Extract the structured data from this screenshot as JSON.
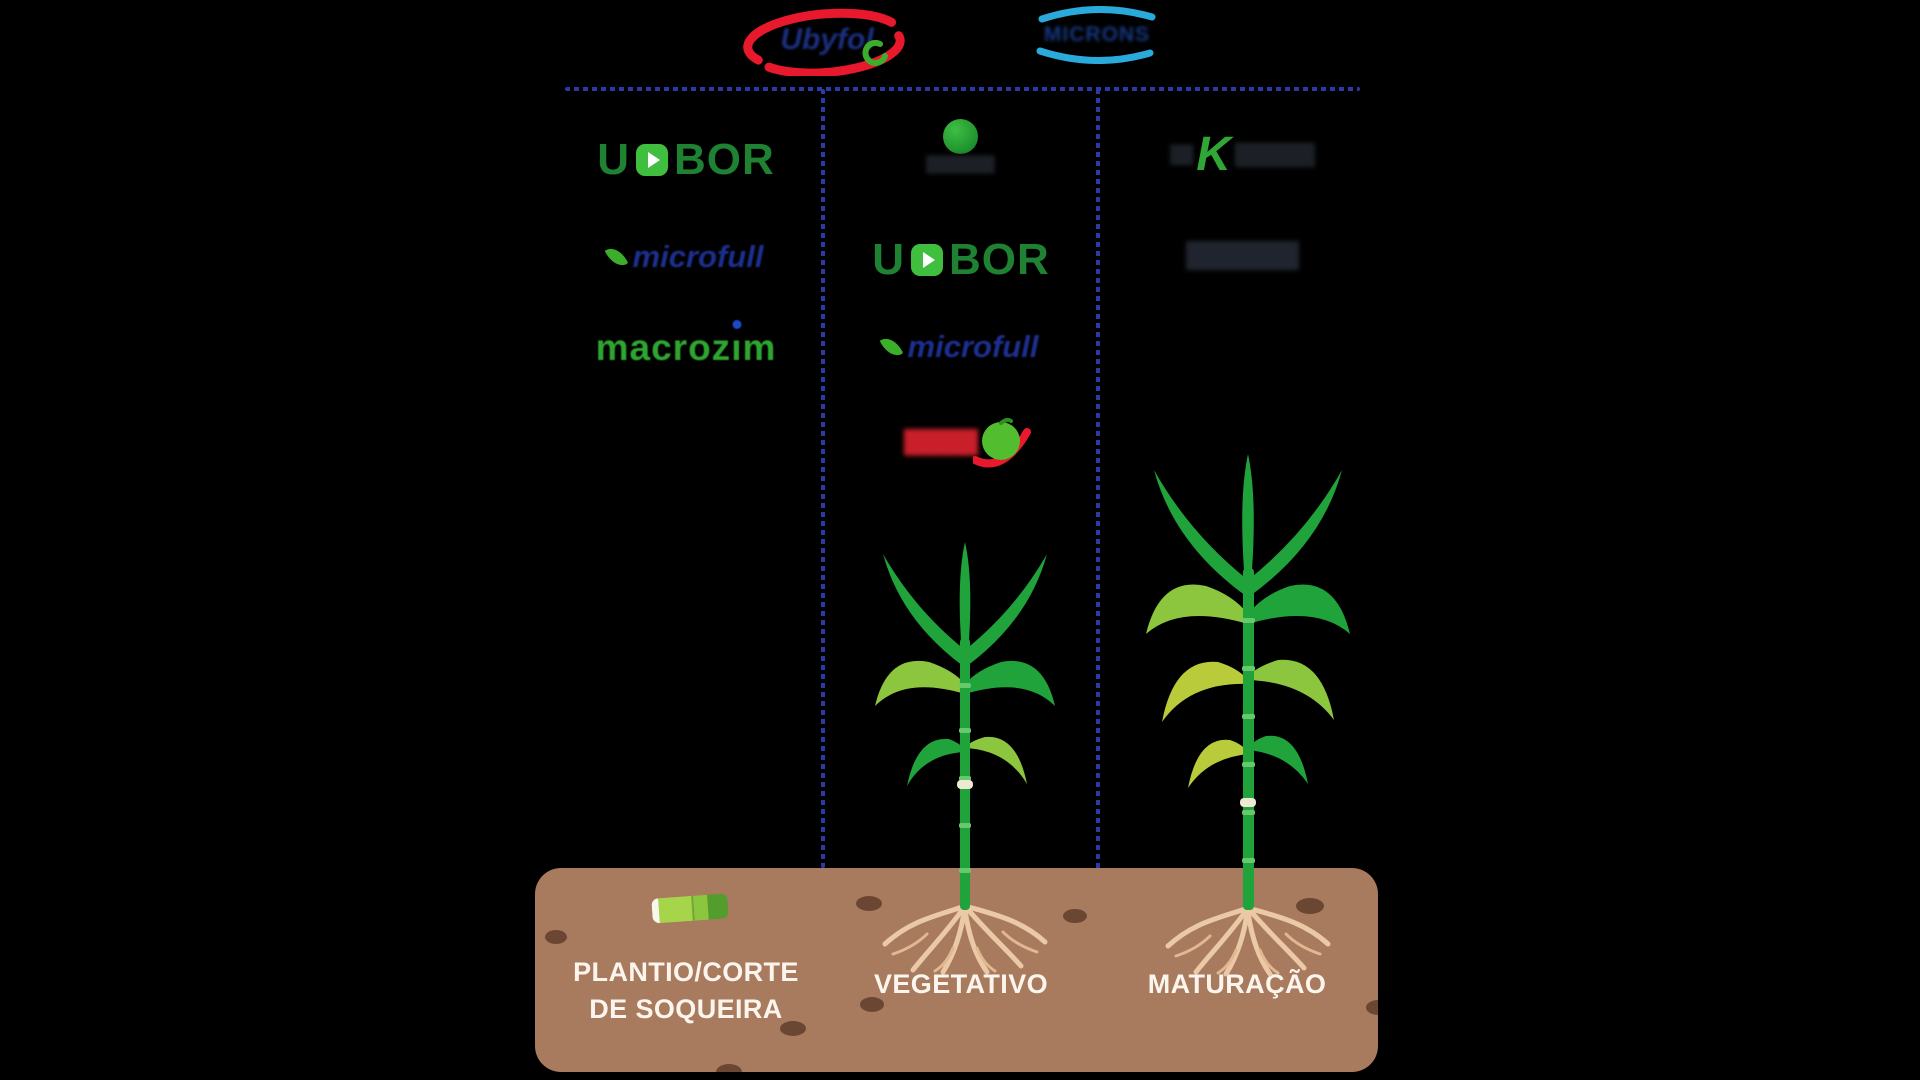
{
  "header": {
    "brand1_label": "Ubyfol",
    "brand2_label": "MICRONS"
  },
  "products": {
    "upbor": {
      "u": "U",
      "bor": "BOR"
    },
    "microfull": {
      "label": "microfull"
    },
    "macrozim": {
      "pre": "macroz",
      "i": "ı",
      "post": "m"
    },
    "green_ball_wordmark": "███████",
    "fruit_wordmark": "█████",
    "k_product": {
      "pre": "██",
      "k": "K",
      "post": "██████"
    },
    "mag_wordmark": "███████"
  },
  "stages": {
    "stage1": {
      "line1": "PLANTIO/CORTE",
      "line2": "DE SOQUEIRA"
    },
    "stage2": {
      "label": "VEGETATIVO"
    },
    "stage3": {
      "label": "MATURAÇÃO"
    }
  }
}
